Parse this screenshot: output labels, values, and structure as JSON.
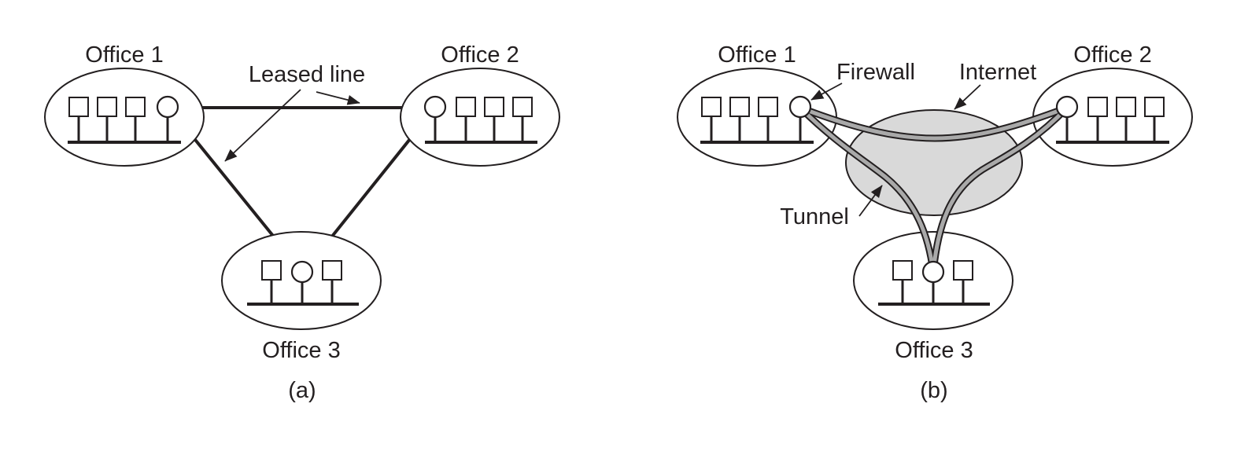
{
  "panel_a": {
    "office1": "Office 1",
    "office2": "Office 2",
    "office3": "Office 3",
    "leased_line": "Leased line",
    "caption": "(a)"
  },
  "panel_b": {
    "office1": "Office 1",
    "office2": "Office 2",
    "office3": "Office 3",
    "firewall": "Firewall",
    "internet": "Internet",
    "tunnel": "Tunnel",
    "caption": "(b)"
  },
  "colors": {
    "line": "#231f20",
    "internet_fill": "#d9d9d9",
    "tunnel_fill": "#a9a9a9"
  }
}
